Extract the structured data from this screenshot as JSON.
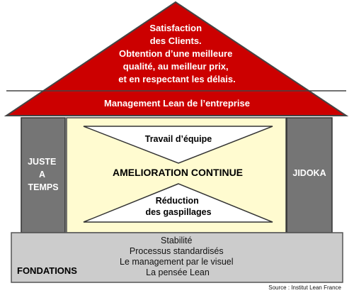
{
  "roof": {
    "lines": [
      "Satisfaction",
      "des Clients.",
      "Obtention d’une meilleure",
      "qualité, au meilleur prix,",
      "et en respectant les délais."
    ]
  },
  "management_band": {
    "label": "Management Lean de l’entreprise"
  },
  "pillars": {
    "left": {
      "lines": [
        "JUSTE",
        "A",
        "TEMPS"
      ]
    },
    "right": {
      "label": "JIDOKA"
    }
  },
  "center": {
    "top_triangle": {
      "label": "Travail d’équipe"
    },
    "main_label": "AMELIORATION CONTINUE",
    "bottom_triangle": {
      "lines": [
        "Réduction",
        "des gaspillages"
      ]
    }
  },
  "foundations": {
    "items": [
      "Stabilité",
      "Processus standardisés",
      "Le management par le visuel",
      "La pensée Lean"
    ],
    "label": "FONDATIONS"
  },
  "source": "Source : Institut Lean France",
  "colors": {
    "roof_red": "#cc0000",
    "pillar_gray": "#757575",
    "center_yellow": "#fffbd0",
    "foundation_gray": "#cccccc"
  }
}
